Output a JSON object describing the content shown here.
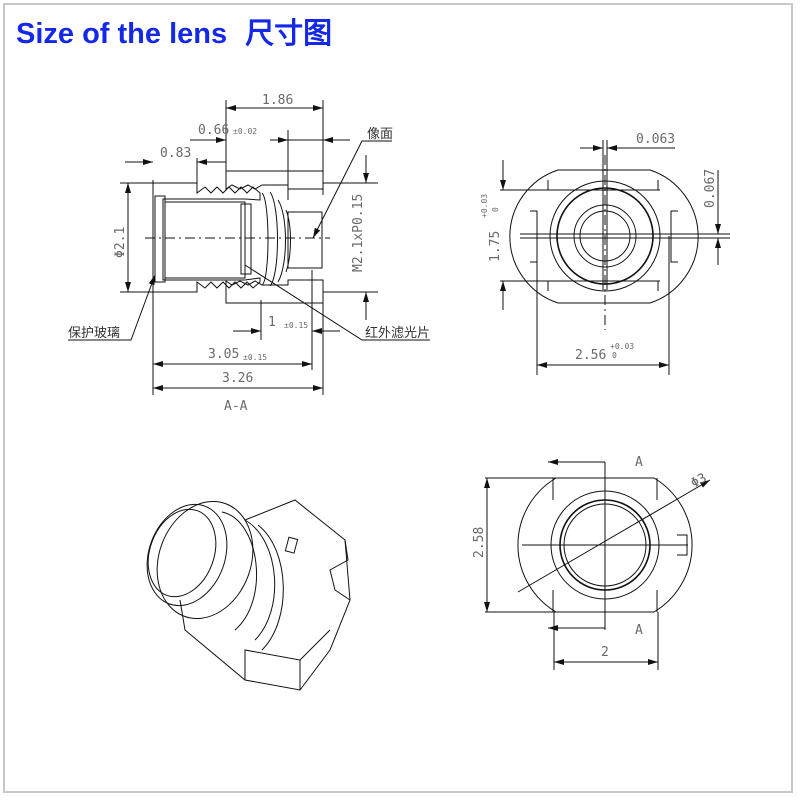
{
  "title": {
    "en": "Size of the lens",
    "cn": "尺寸图"
  },
  "section_view": {
    "name": "A-A",
    "dims": {
      "overall_length_top": "1.86",
      "d066": "0.66",
      "d066_tol": "±0.02",
      "d083": "0.83",
      "diameter": "Φ2.1",
      "thread": "M2.1xP0.15",
      "d1": "1",
      "d1_tol": "±0.15",
      "d305": "3.05",
      "d305_tol": "±0.15",
      "d326": "3.26"
    },
    "labels": {
      "image_plane": "像面",
      "protective_glass": "保护玻璃",
      "ir_filter": "红外滤光片"
    }
  },
  "top_view": {
    "d0063": "0.063",
    "d0067": "0.067",
    "d175": "1.75",
    "d175_tol_upper": "+0.03",
    "d175_tol_lower": "0",
    "d256": "2.56",
    "d256_tol_upper": "+0.03",
    "d256_tol_lower": "0"
  },
  "front_view": {
    "d258": "2.58",
    "d2": "2",
    "diameter": "Φ3",
    "section_mark": "A"
  }
}
